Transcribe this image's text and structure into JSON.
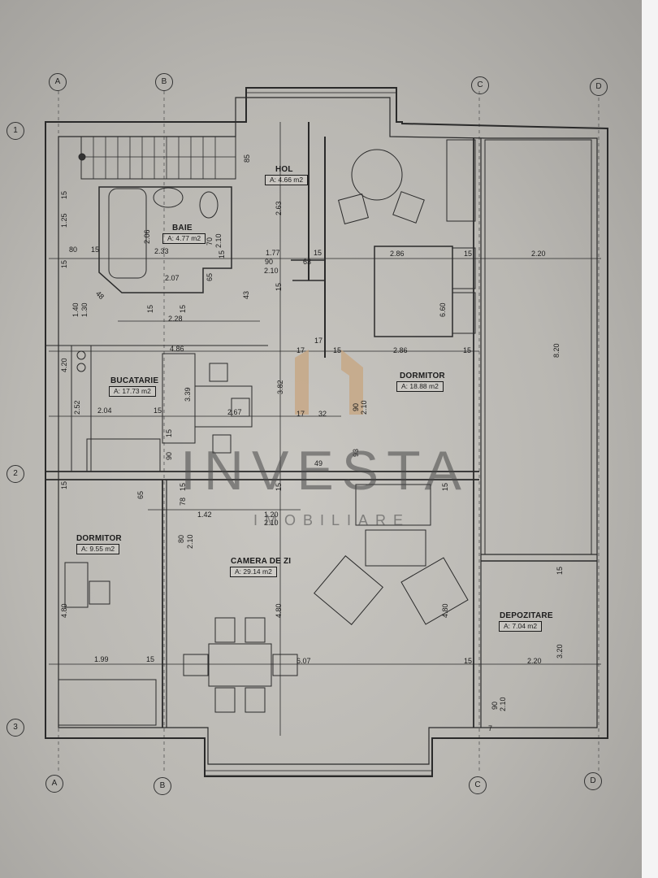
{
  "plan": {
    "axes": {
      "columns_top": [
        "A",
        "B",
        "C",
        "D"
      ],
      "columns_bottom": [
        "A",
        "B",
        "C",
        "D"
      ],
      "rows": [
        "1",
        "2",
        "3"
      ]
    },
    "rooms": [
      {
        "id": "hol",
        "name": "HOL",
        "area": "A: 4.66 m2"
      },
      {
        "id": "baie",
        "name": "BAIE",
        "area": "A: 4.77 m2"
      },
      {
        "id": "bucatarie",
        "name": "BUCATARIE",
        "area": "A: 17.73 m2"
      },
      {
        "id": "dormitor1",
        "name": "DORMITOR",
        "area": "A: 18.88 m2"
      },
      {
        "id": "dormitor2",
        "name": "DORMITOR",
        "area": "A: 9.55 m2"
      },
      {
        "id": "camera",
        "name": "CAMERA DE ZI",
        "area": "A: 29.14 m2"
      },
      {
        "id": "depozitare",
        "name": "DEPOZITARE",
        "area": "A: 7.04 m2"
      }
    ],
    "dimensions": {
      "d85": "85",
      "d263": "2.63",
      "d15a": "15",
      "d125": "1.25",
      "d206": "2.06",
      "d80": "80",
      "d15b": "15",
      "d233": "2.33",
      "d70": "70",
      "d210a": "2.10",
      "d15c": "15",
      "d177": "1.77",
      "d15d": "15",
      "d90a": "90",
      "d63": "63",
      "d210b": "2.10",
      "d15e": "15",
      "d207": "2.07",
      "d65a": "65",
      "d43": "43",
      "d48": "48",
      "d140": "1.40",
      "d130": "1.30",
      "d15f": "15",
      "d15g": "15",
      "d228": "2.28",
      "d286a": "2.86",
      "d15h": "15",
      "d220a": "2.20",
      "d660": "6.60",
      "d820": "8.20",
      "d15i": "15",
      "d286b": "2.86",
      "d15j": "15",
      "d486": "4.86",
      "d17a": "17",
      "d17b": "17",
      "d420": "4.20",
      "d339": "3.39",
      "d382": "3.82",
      "d252": "2.52",
      "d204": "2.04",
      "d15k": "15",
      "d267": "2.67",
      "d17c": "17",
      "d32": "32",
      "d90b": "90",
      "d210c": "2.10",
      "d15l": "15",
      "d90c": "90",
      "d93": "93",
      "d49": "49",
      "d15m": "15",
      "d65b": "65",
      "d15n": "15",
      "d78": "78",
      "d142": "1.42",
      "d15o": "15",
      "d120": "1.20",
      "d210d": "2.10",
      "d15p": "15",
      "d80b": "80",
      "d210e": "2.10",
      "d480a": "4.80",
      "d480b": "4.80",
      "d480c": "4.80",
      "d15q": "15",
      "d199": "1.99",
      "d15r": "15",
      "d607": "6.07",
      "d15s": "15",
      "d220b": "2.20",
      "d320": "3.20",
      "d90d": "90",
      "d210f": "2.10",
      "d7": "7"
    },
    "watermark": {
      "title": "INVESTA",
      "subtitle": "IMOBILIARE",
      "logo_color": "#c8a27a"
    }
  }
}
